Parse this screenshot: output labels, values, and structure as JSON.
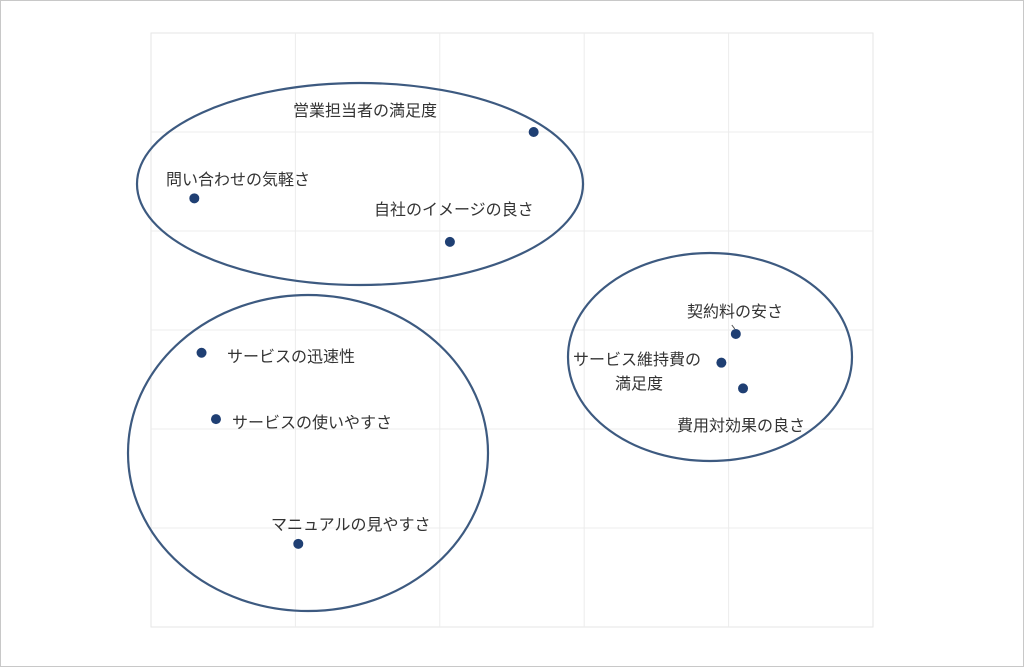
{
  "chart_data": {
    "type": "scatter",
    "title": "",
    "xlabel": "",
    "ylabel": "",
    "grid": true,
    "legend": "none",
    "colors": {
      "point": "#1f3f73",
      "cluster": "#3d5a80",
      "grid": "#ececec"
    },
    "points": [
      {
        "label": "営業担当者の満足度",
        "x": 2.65,
        "y": 5.0
      },
      {
        "label": "問い合わせの気軽さ",
        "x": 0.3,
        "y": 4.33
      },
      {
        "label": "自社のイメージの良さ",
        "x": 2.07,
        "y": 3.89
      },
      {
        "label": "サービスの迅速性",
        "x": 0.35,
        "y": 2.77
      },
      {
        "label": "サービスの使いやすさ",
        "x": 0.45,
        "y": 2.1
      },
      {
        "label": "マニュアルの見やすさ",
        "x": 1.02,
        "y": 0.84
      },
      {
        "label": "契約料の安さ",
        "x": 4.05,
        "y": 2.96
      },
      {
        "label_lines": [
          "サービス維持費の",
          "満足度"
        ],
        "x": 3.95,
        "y": 2.67
      },
      {
        "label": "費用対効果の良さ",
        "x": 4.1,
        "y": 2.41
      }
    ],
    "clusters": [
      {
        "members": [
          "営業担当者の満足度",
          "問い合わせの気軽さ",
          "自社のイメージの良さ"
        ]
      },
      {
        "members": [
          "サービスの迅速性",
          "サービスの使いやすさ",
          "マニュアルの見やすさ"
        ]
      },
      {
        "members": [
          "契約料の安さ",
          "サービス維持費の満足度",
          "費用対効果の良さ"
        ]
      }
    ]
  }
}
